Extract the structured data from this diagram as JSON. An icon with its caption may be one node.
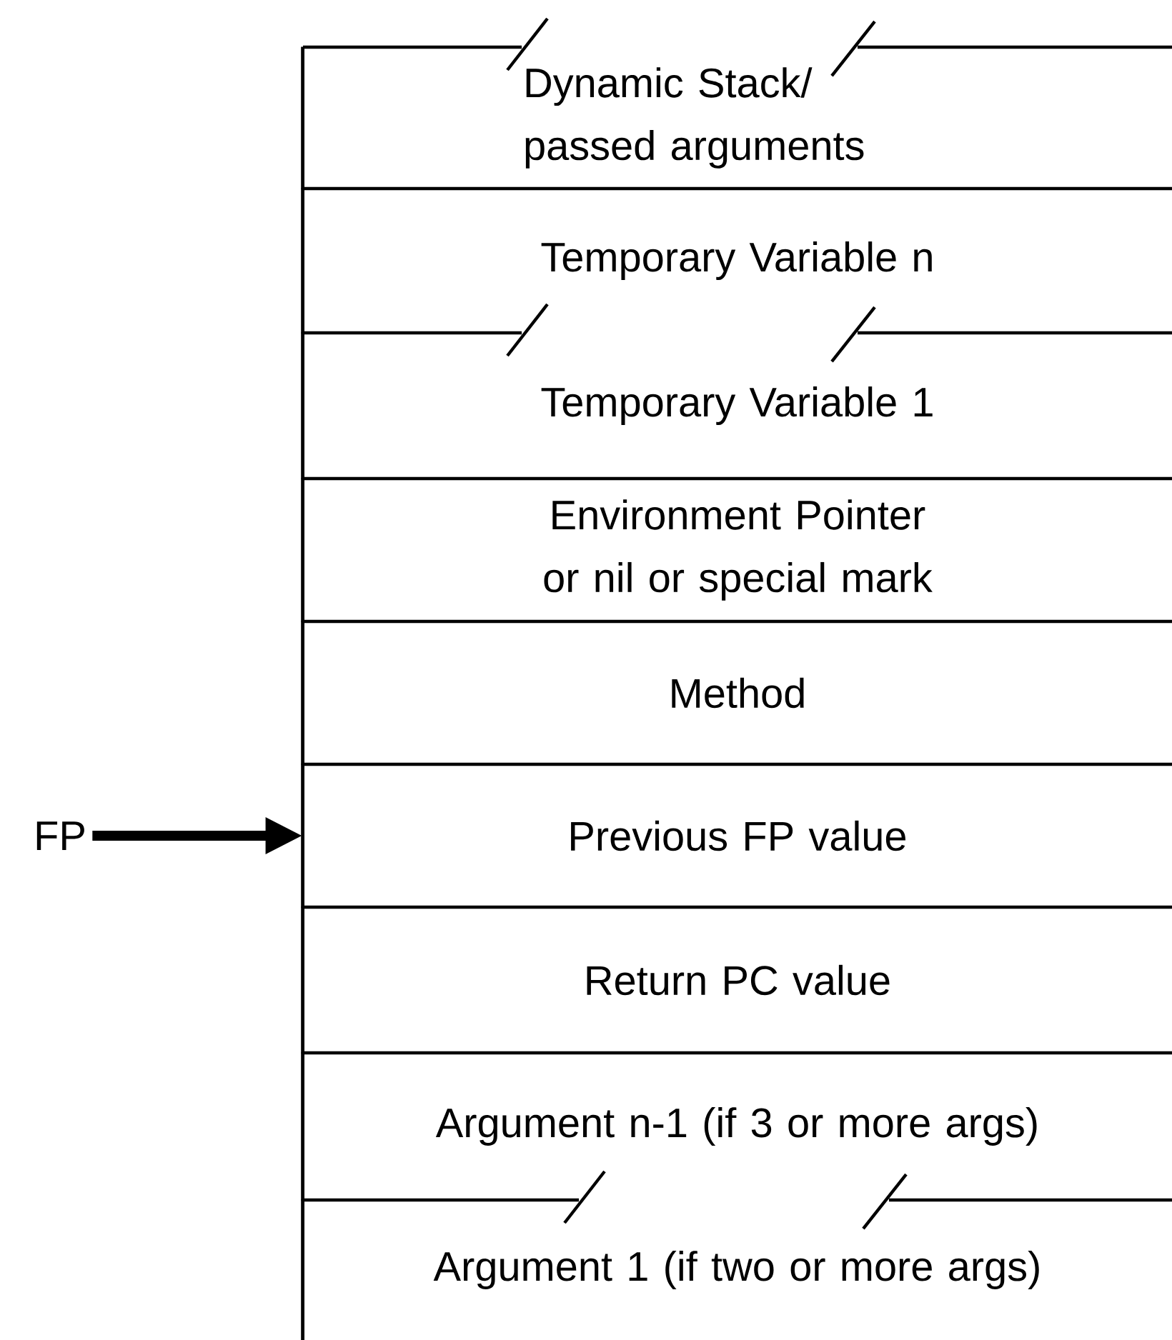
{
  "diagram": {
    "nodes": [
      {
        "text": [
          "Dynamic Stack/ passed arguments"
        ]
      },
      {
        "text": [
          "Temporary Variable n"
        ]
      },
      {
        "text": [
          "Temporary Variable 1"
        ]
      },
      {
        "text": [
          "Environment Pointer or nil or special mark"
        ]
      },
      {
        "text": [
          "Method"
        ]
      },
      {
        "text": [
          "FP"
        ]
      },
      {
        "text": [
          "Previous FP value"
        ]
      },
      {
        "text": [
          "Return PC value"
        ]
      },
      {
        "text": [
          "Argument n-1 (if 3 or more args)"
        ]
      },
      {
        "text": [
          "Argument 1 (if two or more args)"
        ]
      }
    ],
    "edges": [
      {
        "from": 5,
        "to": 6,
        "arrow": "to"
      }
    ]
  }
}
